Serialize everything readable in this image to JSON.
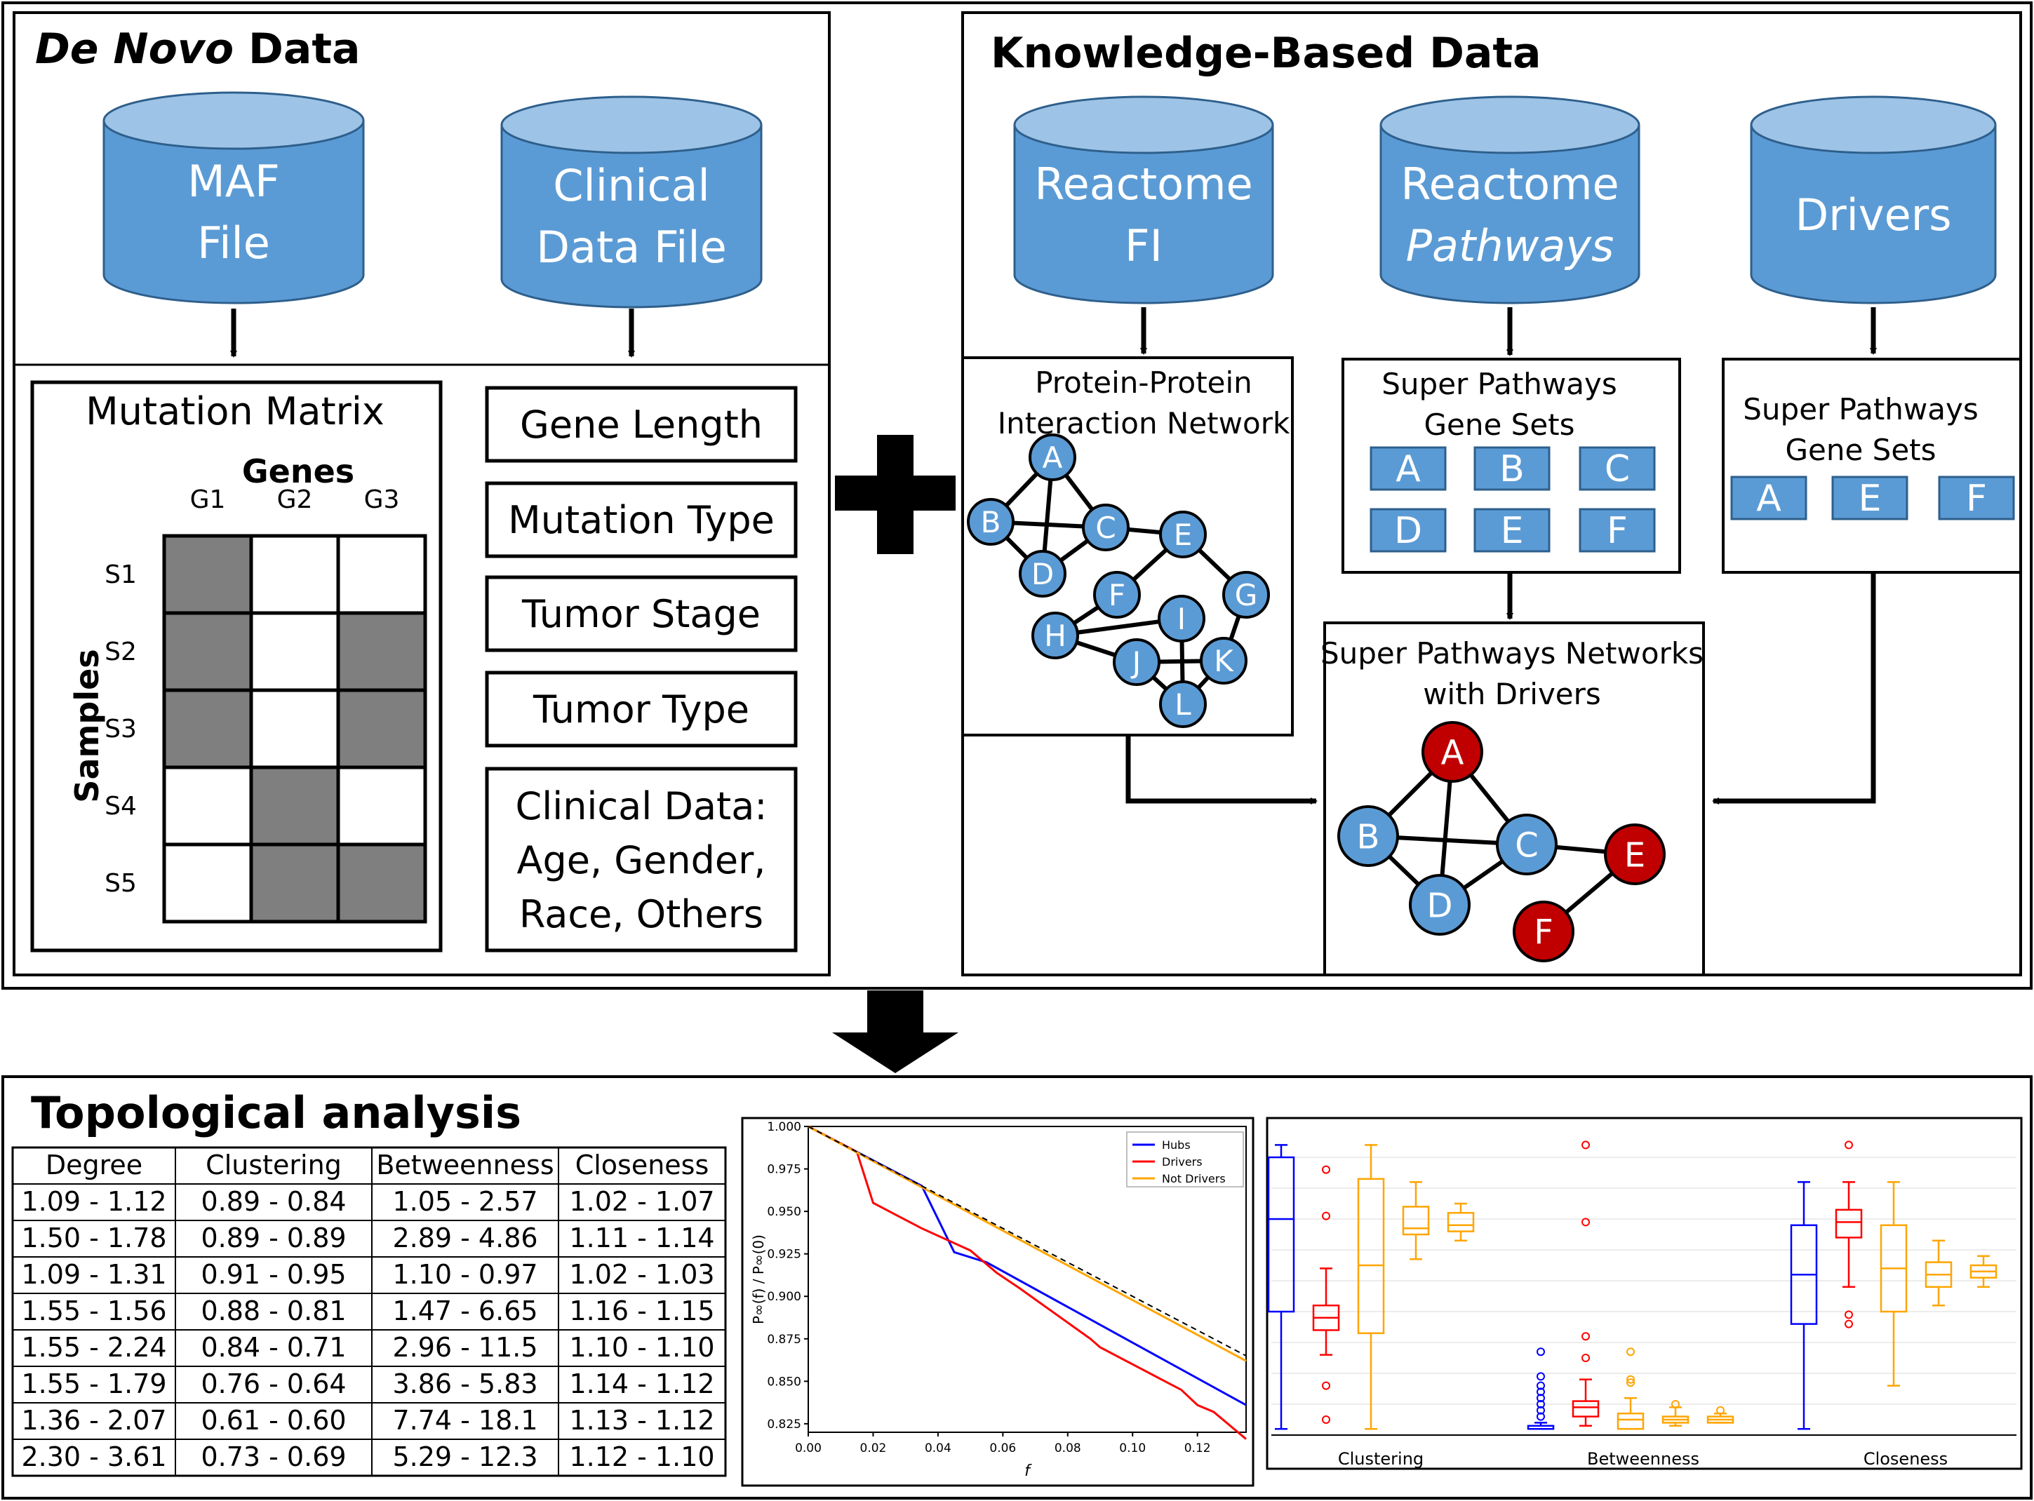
{
  "de_novo": {
    "title_italic": "De Novo",
    "title_rest": " Data",
    "maf_db": [
      "MAF",
      "File"
    ],
    "clinical_db": [
      "Clinical",
      "Data File"
    ],
    "mutation_matrix": {
      "title": "Mutation Matrix",
      "genes_label": "Genes",
      "samples_label": "Samples",
      "columns": [
        "G1",
        "G2",
        "G3"
      ],
      "rows": [
        "S1",
        "S2",
        "S3",
        "S4",
        "S5"
      ],
      "filled": [
        [
          1,
          0,
          0
        ],
        [
          1,
          0,
          1
        ],
        [
          1,
          0,
          1
        ],
        [
          0,
          1,
          0
        ],
        [
          0,
          1,
          1
        ]
      ],
      "fill_color": "#7f7f7f"
    },
    "clinical_items": [
      "Gene Length",
      "Mutation Type",
      "Tumor Stage",
      "Tumor Type"
    ],
    "clinical_data_lines": [
      "Clinical Data:",
      "Age, Gender,",
      "Race, Others"
    ]
  },
  "knowledge": {
    "title": "Knowledge-Based Data",
    "db_fi": [
      "Reactome",
      "FI"
    ],
    "db_pathways": [
      "Reactome",
      "Pathways"
    ],
    "db_drivers": "Drivers",
    "ppi_title": [
      "Protein-Protein",
      "Interaction Network"
    ],
    "ppi_nodes": [
      "A",
      "B",
      "C",
      "D",
      "E",
      "F",
      "G",
      "H",
      "I",
      "J",
      "K",
      "L"
    ],
    "super_pathways_title": [
      "Super Pathways",
      "Gene Sets"
    ],
    "super_pathways_sets": [
      "A",
      "B",
      "C",
      "D",
      "E",
      "F"
    ],
    "driver_sets_title": [
      "Super Pathways",
      "Gene Sets"
    ],
    "driver_sets": [
      "A",
      "E",
      "F"
    ],
    "networks_title": [
      "Super Pathways Networks",
      "with Drivers"
    ],
    "network_nodes": [
      {
        "label": "A",
        "driver": true
      },
      {
        "label": "B",
        "driver": false
      },
      {
        "label": "C",
        "driver": false
      },
      {
        "label": "D",
        "driver": false
      },
      {
        "label": "E",
        "driver": true
      },
      {
        "label": "F",
        "driver": true
      }
    ]
  },
  "colors": {
    "db_blue": "#5b9bd5",
    "db_top": "#9dc3e6",
    "node_blue": "#5b9bd5",
    "node_red": "#c00000",
    "hubs": "#0000ff",
    "drivers": "#ff0000",
    "not_drivers": "#ffa500"
  },
  "topological": {
    "title": "Topological analysis",
    "table": {
      "headers": [
        "Degree",
        "Clustering",
        "Betweenness",
        "Closeness"
      ],
      "rows": [
        [
          "1.09 - 1.12",
          "0.89 - 0.84",
          "1.05 - 2.57",
          "1.02 - 1.07"
        ],
        [
          "1.50 - 1.78",
          "0.89 - 0.89",
          "2.89 - 4.86",
          "1.11 - 1.14"
        ],
        [
          "1.09 - 1.31",
          "0.91 - 0.95",
          "1.10 - 0.97",
          "1.02 - 1.03"
        ],
        [
          "1.55 - 1.56",
          "0.88 - 0.81",
          "1.47 - 6.65",
          "1.16 - 1.15"
        ],
        [
          "1.55 - 2.24",
          "0.84 - 0.71",
          "2.96 - 11.5",
          "1.10 - 1.10"
        ],
        [
          "1.55 - 1.79",
          "0.76 - 0.64",
          "3.86 - 5.83",
          "1.14 - 1.12"
        ],
        [
          "1.36 - 2.07",
          "0.61 - 0.60",
          "7.74 - 18.1",
          "1.13 - 1.12"
        ],
        [
          "2.30 - 3.61",
          "0.73 - 0.69",
          "5.29 - 12.3",
          "1.12 - 1.10"
        ]
      ]
    }
  },
  "chart_data": [
    {
      "type": "line",
      "xlabel": "f",
      "ylabel": "P∞(f) / P∞(0)",
      "xlim": [
        0.0,
        0.135
      ],
      "ylim": [
        0.82,
        1.0
      ],
      "xticks": [
        "0.00",
        "0.02",
        "0.04",
        "0.06",
        "0.08",
        "0.10",
        "0.12"
      ],
      "yticks": [
        "0.825",
        "0.850",
        "0.875",
        "0.900",
        "0.925",
        "0.950",
        "0.975",
        "1.000"
      ],
      "legend_position": "top-right",
      "series": [
        {
          "name": "Hubs",
          "color": "#0000ff",
          "x": [
            0.0,
            0.035,
            0.045,
            0.055,
            0.135
          ],
          "y": [
            1.0,
            0.965,
            0.926,
            0.92,
            0.836
          ]
        },
        {
          "name": "Drivers",
          "color": "#ff0000",
          "x": [
            0.0,
            0.015,
            0.02,
            0.035,
            0.05,
            0.058,
            0.065,
            0.087,
            0.09,
            0.115,
            0.12,
            0.125,
            0.135
          ],
          "y": [
            1.0,
            0.985,
            0.955,
            0.94,
            0.927,
            0.914,
            0.905,
            0.875,
            0.87,
            0.845,
            0.836,
            0.832,
            0.816
          ]
        },
        {
          "name": "Not Drivers",
          "color": "#ffa500",
          "x": [
            0.0,
            0.135
          ],
          "y": [
            1.0,
            0.862
          ]
        },
        {
          "name": "",
          "color": "#000000",
          "dashed": true,
          "x": [
            0.0,
            0.135
          ],
          "y": [
            1.0,
            0.865
          ]
        }
      ]
    },
    {
      "type": "box",
      "categories": [
        "Clustering",
        "Betweenness",
        "Closeness"
      ],
      "ylim": [
        0.0,
        1.0
      ],
      "boxes": [
        {
          "group": 0,
          "color": "#0000ff",
          "min": 0.02,
          "q1": 0.4,
          "median": 0.7,
          "q3": 0.9,
          "max": 0.94,
          "outliers": []
        },
        {
          "group": 0,
          "color": "#ff0000",
          "min": 0.26,
          "q1": 0.34,
          "median": 0.38,
          "q3": 0.42,
          "max": 0.54,
          "outliers": [
            0.16,
            0.05,
            0.71,
            0.86
          ]
        },
        {
          "group": 0,
          "color": "#ffa500",
          "min": 0.02,
          "q1": 0.33,
          "median": 0.55,
          "q3": 0.83,
          "max": 0.94,
          "outliers": []
        },
        {
          "group": 0,
          "color": "#ffa500",
          "min": 0.57,
          "q1": 0.65,
          "median": 0.67,
          "q3": 0.74,
          "max": 0.82,
          "outliers": []
        },
        {
          "group": 0,
          "color": "#ffa500",
          "min": 0.63,
          "q1": 0.66,
          "median": 0.68,
          "q3": 0.72,
          "max": 0.75,
          "outliers": []
        },
        {
          "group": 1,
          "color": "#0000ff",
          "min": 0.02,
          "q1": 0.02,
          "median": 0.02,
          "q3": 0.03,
          "max": 0.04,
          "outliers": [
            0.06,
            0.08,
            0.1,
            0.12,
            0.14,
            0.16,
            0.19,
            0.27
          ]
        },
        {
          "group": 1,
          "color": "#ff0000",
          "min": 0.03,
          "q1": 0.06,
          "median": 0.09,
          "q3": 0.11,
          "max": 0.18,
          "outliers": [
            0.25,
            0.32,
            0.69,
            0.94
          ]
        },
        {
          "group": 1,
          "color": "#ffa500",
          "min": 0.02,
          "q1": 0.02,
          "median": 0.05,
          "q3": 0.07,
          "max": 0.12,
          "outliers": [
            0.17,
            0.18,
            0.27
          ]
        },
        {
          "group": 1,
          "color": "#ffa500",
          "min": 0.03,
          "q1": 0.04,
          "median": 0.05,
          "q3": 0.06,
          "max": 0.09,
          "outliers": [
            0.1
          ]
        },
        {
          "group": 1,
          "color": "#ffa500",
          "min": 0.04,
          "q1": 0.04,
          "median": 0.05,
          "q3": 0.06,
          "max": 0.07,
          "outliers": [
            0.08
          ]
        },
        {
          "group": 2,
          "color": "#0000ff",
          "min": 0.02,
          "q1": 0.36,
          "median": 0.52,
          "q3": 0.68,
          "max": 0.82,
          "outliers": []
        },
        {
          "group": 2,
          "color": "#ff0000",
          "min": 0.48,
          "q1": 0.64,
          "median": 0.69,
          "q3": 0.73,
          "max": 0.82,
          "outliers": [
            0.36,
            0.39,
            0.94
          ]
        },
        {
          "group": 2,
          "color": "#ffa500",
          "min": 0.16,
          "q1": 0.4,
          "median": 0.54,
          "q3": 0.68,
          "max": 0.82,
          "outliers": []
        },
        {
          "group": 2,
          "color": "#ffa500",
          "min": 0.42,
          "q1": 0.48,
          "median": 0.52,
          "q3": 0.56,
          "max": 0.63,
          "outliers": []
        },
        {
          "group": 2,
          "color": "#ffa500",
          "min": 0.48,
          "q1": 0.51,
          "median": 0.53,
          "q3": 0.55,
          "max": 0.58,
          "outliers": []
        }
      ]
    }
  ]
}
